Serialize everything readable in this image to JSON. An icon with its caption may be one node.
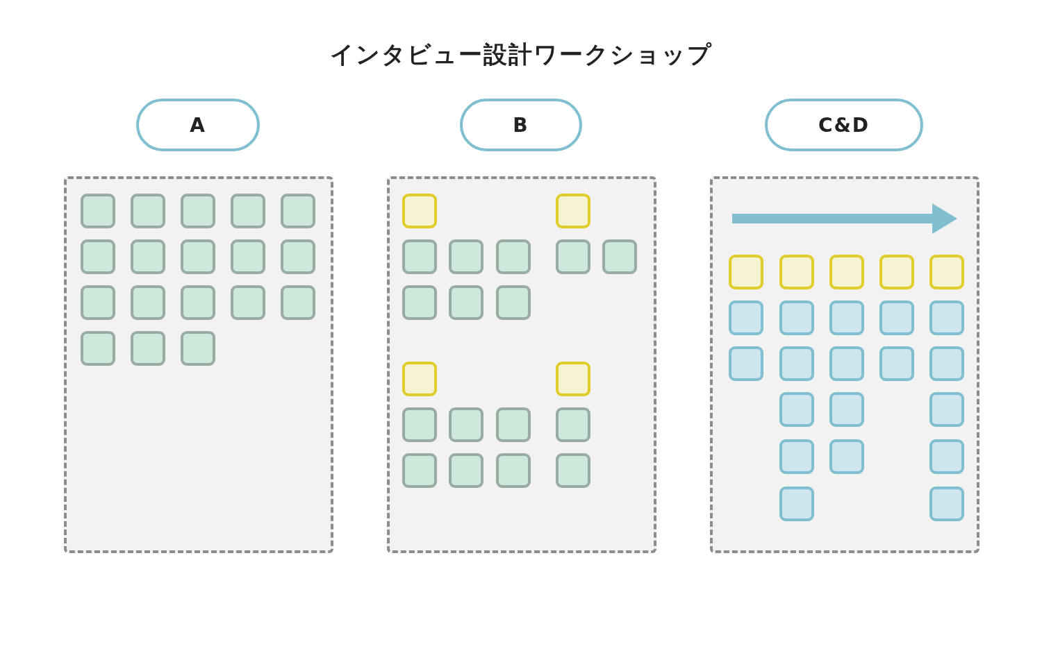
{
  "diagram": {
    "title": "インタビュー設計ワークショップ",
    "nodes": [
      {
        "text": [
          "A"
        ]
      },
      {
        "text": [
          "B"
        ]
      },
      {
        "text": [
          "C&D"
        ]
      }
    ]
  }
}
